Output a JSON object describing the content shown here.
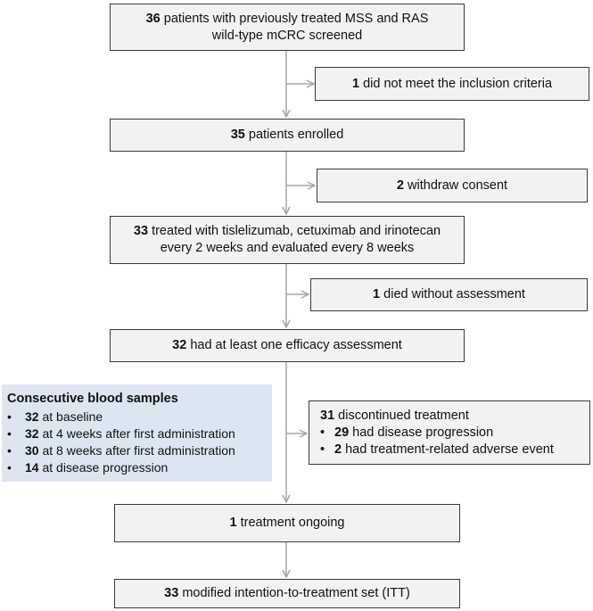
{
  "boxes": {
    "screened": {
      "num": "36",
      "line1": "patients with previously treated MSS and RAS",
      "line2": "wild-type mCRC screened"
    },
    "excluded": {
      "num": "1",
      "text": "did not meet the inclusion criteria"
    },
    "enrolled": {
      "num": "35",
      "text": "patients enrolled"
    },
    "withdraw": {
      "num": "2",
      "text": "withdraw consent"
    },
    "treated": {
      "num": "33",
      "line1": "treated with tislelizumab, cetuximab and irinotecan",
      "line2": "every 2 weeks and evaluated every 8 weeks"
    },
    "died": {
      "num": "1",
      "text": "died without assessment"
    },
    "assessed": {
      "num": "32",
      "text": "had at least one efficacy assessment"
    },
    "discontinued": {
      "num": "31",
      "text": "discontinued treatment",
      "items": [
        {
          "num": "29",
          "text": "had disease progression"
        },
        {
          "num": "2",
          "text": "had treatment-related adverse event"
        }
      ]
    },
    "ongoing": {
      "num": "1",
      "text": "treatment ongoing"
    },
    "itt": {
      "num": "33",
      "text": "modified intention-to-treatment set (ITT)"
    }
  },
  "blood": {
    "title": "Consecutive blood samples",
    "bullet": "•",
    "items": [
      {
        "num": "32",
        "text": "at baseline"
      },
      {
        "num": "32",
        "text": "at 4 weeks after first administration"
      },
      {
        "num": "30",
        "text": "at 8 weeks after first administration"
      },
      {
        "num": "14",
        "text": "at disease progression"
      }
    ]
  },
  "colors": {
    "arrow": "#a6a6a6",
    "box_fill": "#f2f2f2",
    "blood_fill": "#dce6f3"
  }
}
